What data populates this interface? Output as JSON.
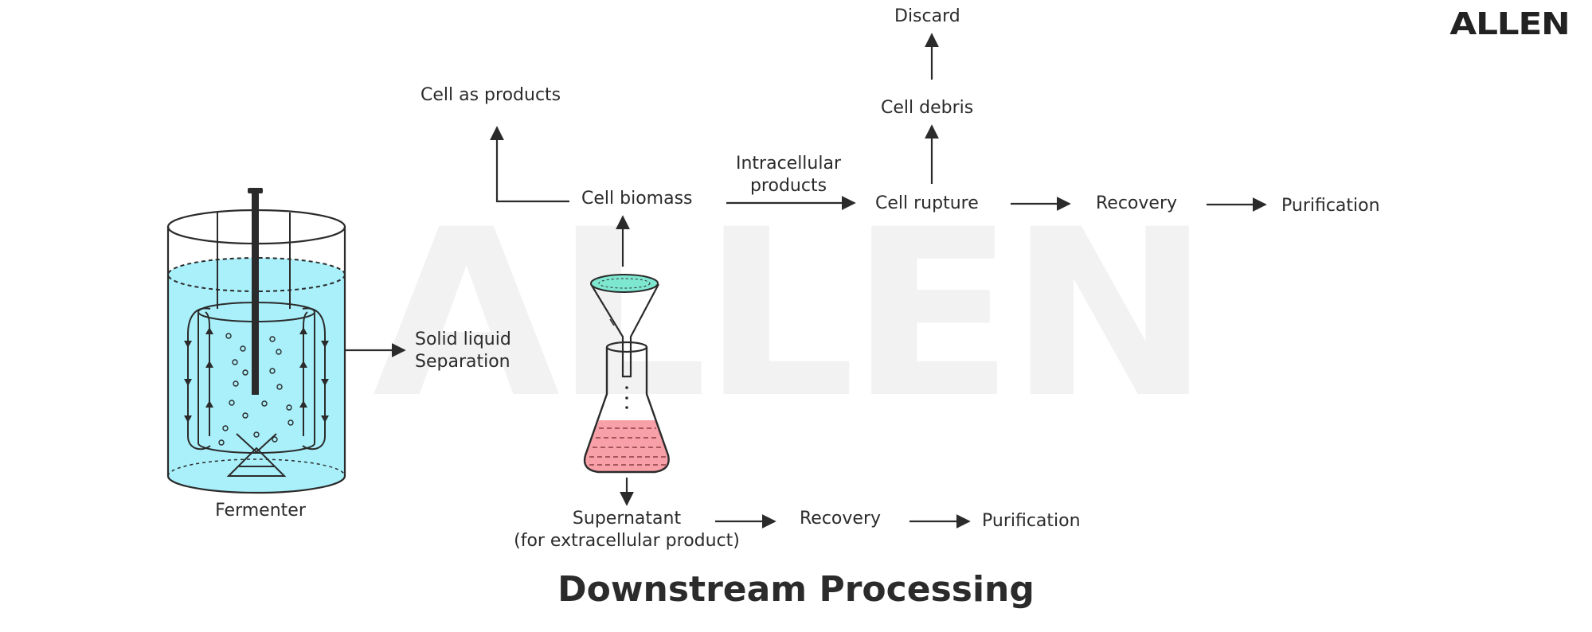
{
  "brand": {
    "logo_text": "ALLEN",
    "watermark_text": "ALLEN"
  },
  "title": "Downstream Processing",
  "colors": {
    "fermenter_liquid": "#a9f0fb",
    "funnel_filter": "#7ee7d0",
    "flask_liquid": "#f7a0a8",
    "ink": "#2b2b2b",
    "watermark": "#f2f2f2"
  },
  "labels": {
    "fermenter": "Fermenter",
    "solid_liquid_separation": [
      "Solid liquid",
      "Separation"
    ],
    "cell_biomass": "Cell biomass",
    "cell_as_products": "Cell as products",
    "intracellular_products": [
      "Intracellular",
      "products"
    ],
    "cell_rupture": "Cell rupture",
    "cell_debris": "Cell debris",
    "discard": "Discard",
    "recovery_top": "Recovery",
    "purification_top": "Purification",
    "supernatant": [
      "Supernatant",
      "(for extracellular product)"
    ],
    "recovery_bottom": "Recovery",
    "purification_bottom": "Purification"
  }
}
